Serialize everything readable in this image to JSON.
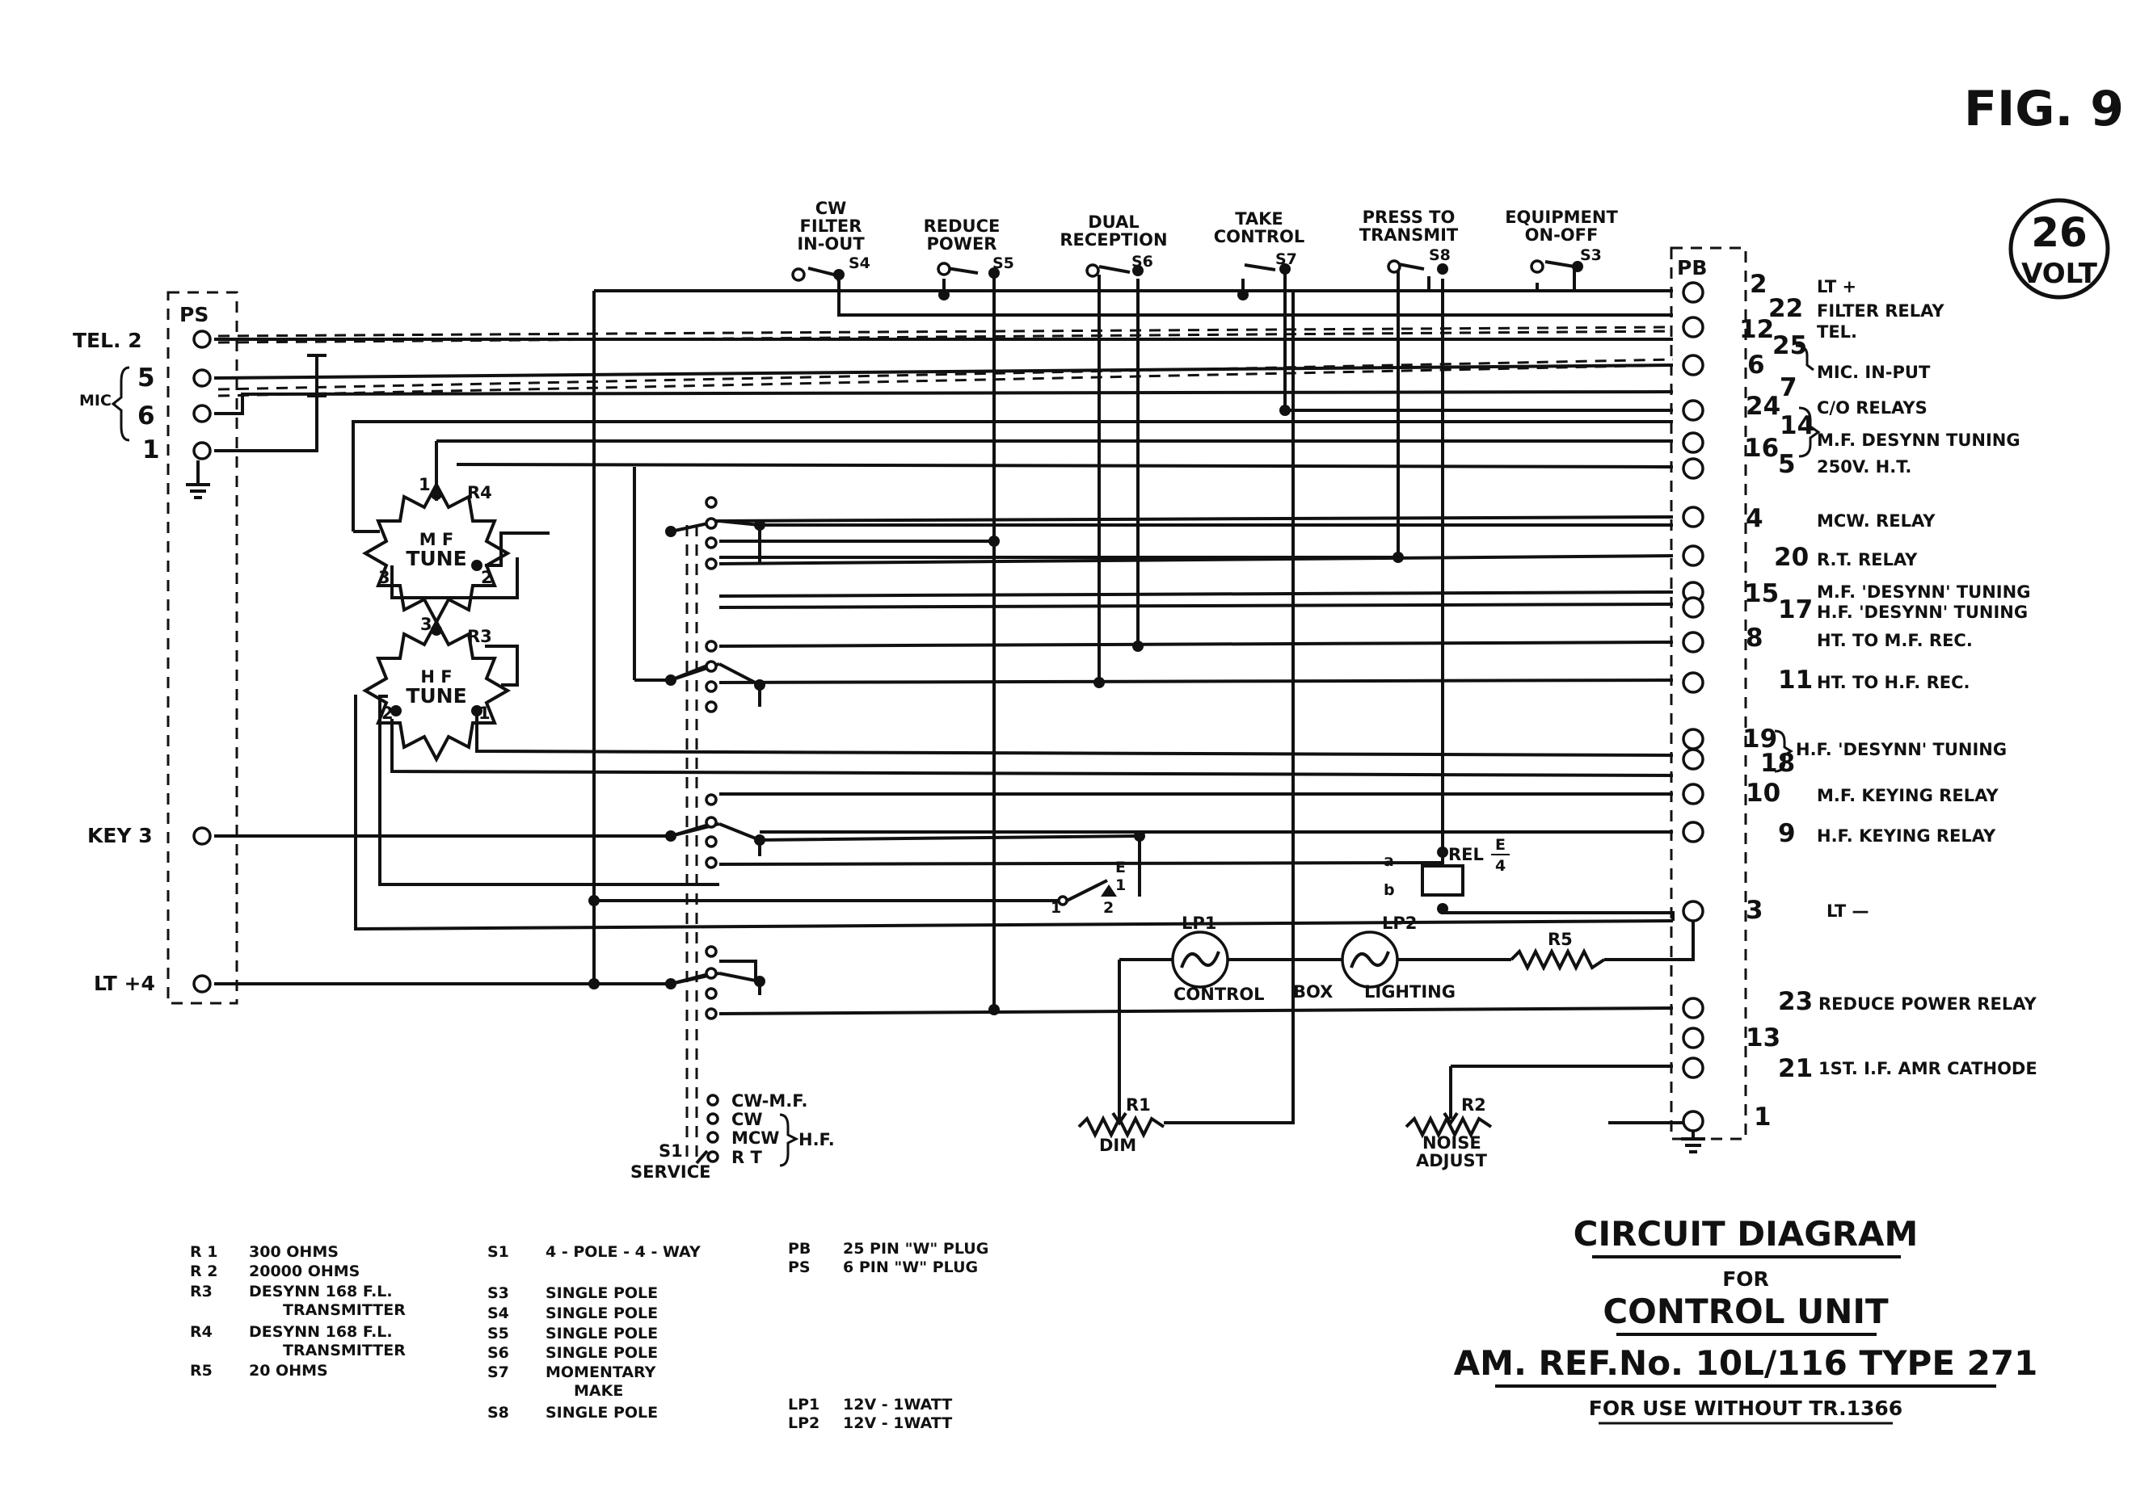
{
  "figure_label": "FIG. 9",
  "voltage_badge": {
    "value": "26",
    "unit": "VOLT"
  },
  "title_block": {
    "line1": "CIRCUIT DIAGRAM",
    "line2": "FOR",
    "line3": "CONTROL UNIT",
    "line4": "AM. REF.No. 10L/116 TYPE 271",
    "line5": "FOR USE WITHOUT TR.1366"
  },
  "plug_ps": {
    "name": "PS",
    "pins": [
      {
        "label": "TEL. 2"
      },
      {
        "label": "5"
      },
      {
        "label": "6"
      },
      {
        "label": "1"
      },
      {
        "label": "KEY 3"
      },
      {
        "label": "LT +4"
      }
    ],
    "mic_label": "MIC."
  },
  "plug_pb": {
    "name": "PB",
    "pins": [
      {
        "num": "2",
        "desc": "LT +"
      },
      {
        "num": "22",
        "desc": "FILTER RELAY"
      },
      {
        "num": "12",
        "desc": "TEL."
      },
      {
        "num": "25",
        "desc": ""
      },
      {
        "num": "6",
        "desc": ""
      },
      {
        "num": "7",
        "desc": "MIC. IN-PUT"
      },
      {
        "num": "24",
        "desc": "C/O RELAYS"
      },
      {
        "num": "14",
        "desc": "M.F. DESYNN TUNING"
      },
      {
        "num": "16",
        "desc": ""
      },
      {
        "num": "5",
        "desc": "250V. H.T."
      },
      {
        "num": "4",
        "desc": "MCW. RELAY"
      },
      {
        "num": "20",
        "desc": "R.T. RELAY"
      },
      {
        "num": "15",
        "desc": "M.F. 'DESYNN' TUNING"
      },
      {
        "num": "17",
        "desc": "H.F. 'DESYNN' TUNING"
      },
      {
        "num": "8",
        "desc": "HT. TO M.F. REC."
      },
      {
        "num": "11",
        "desc": "HT. TO H.F. REC."
      },
      {
        "num": "19",
        "desc": ""
      },
      {
        "num": "18",
        "desc": "H.F. 'DESYNN' TUNING"
      },
      {
        "num": "10",
        "desc": "M.F. KEYING RELAY"
      },
      {
        "num": "9",
        "desc": "H.F. KEYING RELAY"
      },
      {
        "num": "3",
        "desc": "LT —"
      },
      {
        "num": "23",
        "desc": "REDUCE POWER RELAY"
      },
      {
        "num": "13",
        "desc": ""
      },
      {
        "num": "21",
        "desc": "1ST. I.F. AMR CATHODE"
      },
      {
        "num": "1",
        "desc": ""
      }
    ]
  },
  "switches": [
    {
      "id": "S4",
      "line1": "CW",
      "line2": "FILTER",
      "line3": "IN-OUT"
    },
    {
      "id": "S5",
      "line1": "",
      "line2": "REDUCE",
      "line3": "POWER"
    },
    {
      "id": "S6",
      "line1": "",
      "line2": "DUAL",
      "line3": "RECEPTION"
    },
    {
      "id": "S7",
      "line1": "",
      "line2": "TAKE",
      "line3": "CONTROL"
    },
    {
      "id": "S8",
      "line1": "",
      "line2": "PRESS TO",
      "line3": "TRANSMIT"
    },
    {
      "id": "S3",
      "line1": "",
      "line2": "EQUIPMENT",
      "line3": "ON-OFF"
    }
  ],
  "desynn": {
    "mf": {
      "ref": "R4",
      "line1": "M F",
      "line2": "TUNE",
      "p1": "1",
      "p2": "2",
      "p3": "3"
    },
    "hf": {
      "ref": "R3",
      "line1": "H F",
      "line2": "TUNE",
      "p1": "1",
      "p2": "2",
      "p3": "3"
    }
  },
  "service_switch": {
    "id": "S1",
    "name": "SERVICE",
    "positions": [
      "CW-M.F.",
      "CW",
      "MCW",
      "R T"
    ],
    "hf_label": "H.F."
  },
  "relay_e": {
    "label": "E",
    "den": "1",
    "c1": "1",
    "c2": "2"
  },
  "relay_rel": {
    "label": "REL",
    "num": "E",
    "den": "4",
    "a": "a",
    "b": "b"
  },
  "lamps": {
    "lp1": "LP1",
    "lp2": "LP2",
    "line": [
      "CONTROL",
      "BOX",
      "LIGHTING"
    ]
  },
  "resistors": {
    "r5": "R5",
    "r1": "R1",
    "r1_name": "DIM",
    "r2": "R2",
    "r2_line1": "NOISE",
    "r2_line2": "ADJUST"
  },
  "parts_list": {
    "col1": [
      {
        "ref": "R 1",
        "desc": "300 OHMS",
        "desc2": ""
      },
      {
        "ref": "R 2",
        "desc": "20000 OHMS",
        "desc2": ""
      },
      {
        "ref": "R3",
        "desc": "DESYNN 168 F.L.",
        "desc2": "TRANSMITTER"
      },
      {
        "ref": "R4",
        "desc": "DESYNN 168 F.L.",
        "desc2": "TRANSMITTER"
      },
      {
        "ref": "R5",
        "desc": "20 OHMS",
        "desc2": ""
      }
    ],
    "col2": [
      {
        "ref": "S1",
        "desc": "4 - POLE - 4 - WAY",
        "desc2": ""
      },
      {
        "ref": "S3",
        "desc": "SINGLE POLE",
        "desc2": ""
      },
      {
        "ref": "S4",
        "desc": "SINGLE POLE",
        "desc2": ""
      },
      {
        "ref": "S5",
        "desc": "SINGLE POLE",
        "desc2": ""
      },
      {
        "ref": "S6",
        "desc": "SINGLE POLE",
        "desc2": ""
      },
      {
        "ref": "S7",
        "desc": "MOMENTARY",
        "desc2": "MAKE"
      },
      {
        "ref": "S8",
        "desc": "SINGLE POLE",
        "desc2": ""
      }
    ],
    "col3": [
      {
        "ref": "PB",
        "desc": "25 PIN \"W\" PLUG"
      },
      {
        "ref": "PS",
        "desc": "6 PIN \"W\" PLUG"
      },
      {
        "ref": "LP1",
        "desc": "12V - 1WATT"
      },
      {
        "ref": "LP2",
        "desc": "12V - 1WATT"
      }
    ]
  }
}
